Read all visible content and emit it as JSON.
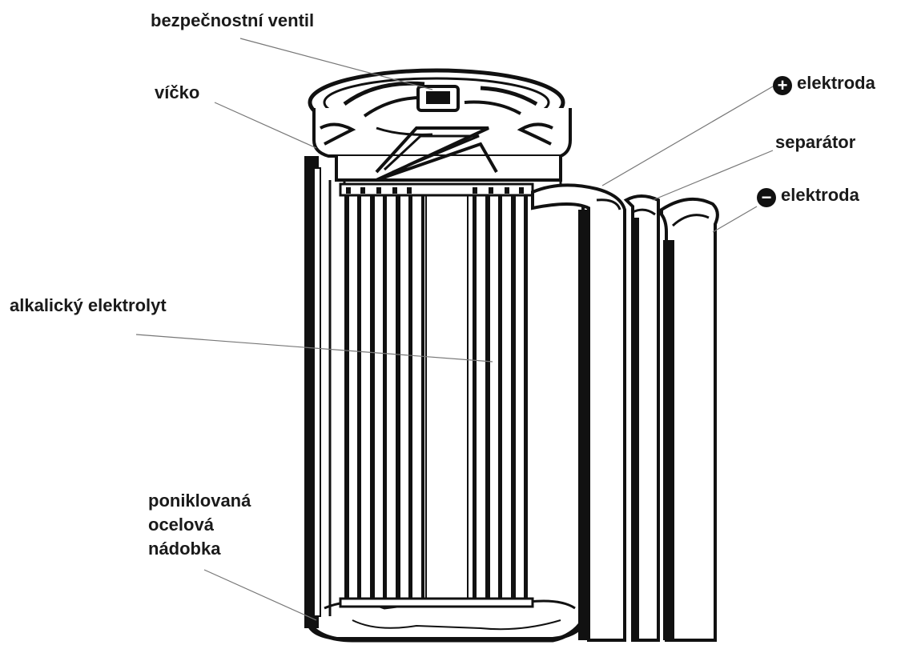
{
  "labels": {
    "safety_valve": "bezpečnostní ventil",
    "cap": "víčko",
    "positive_electrode": "elektroda",
    "positive_sign": "+",
    "separator": "separátor",
    "negative_electrode": "elektroda",
    "negative_sign": "−",
    "electrolyte": "alkalický elektrolyt",
    "container_line1": "poniklovaná",
    "container_line2": "ocelová",
    "container_line3": "nádobka"
  }
}
